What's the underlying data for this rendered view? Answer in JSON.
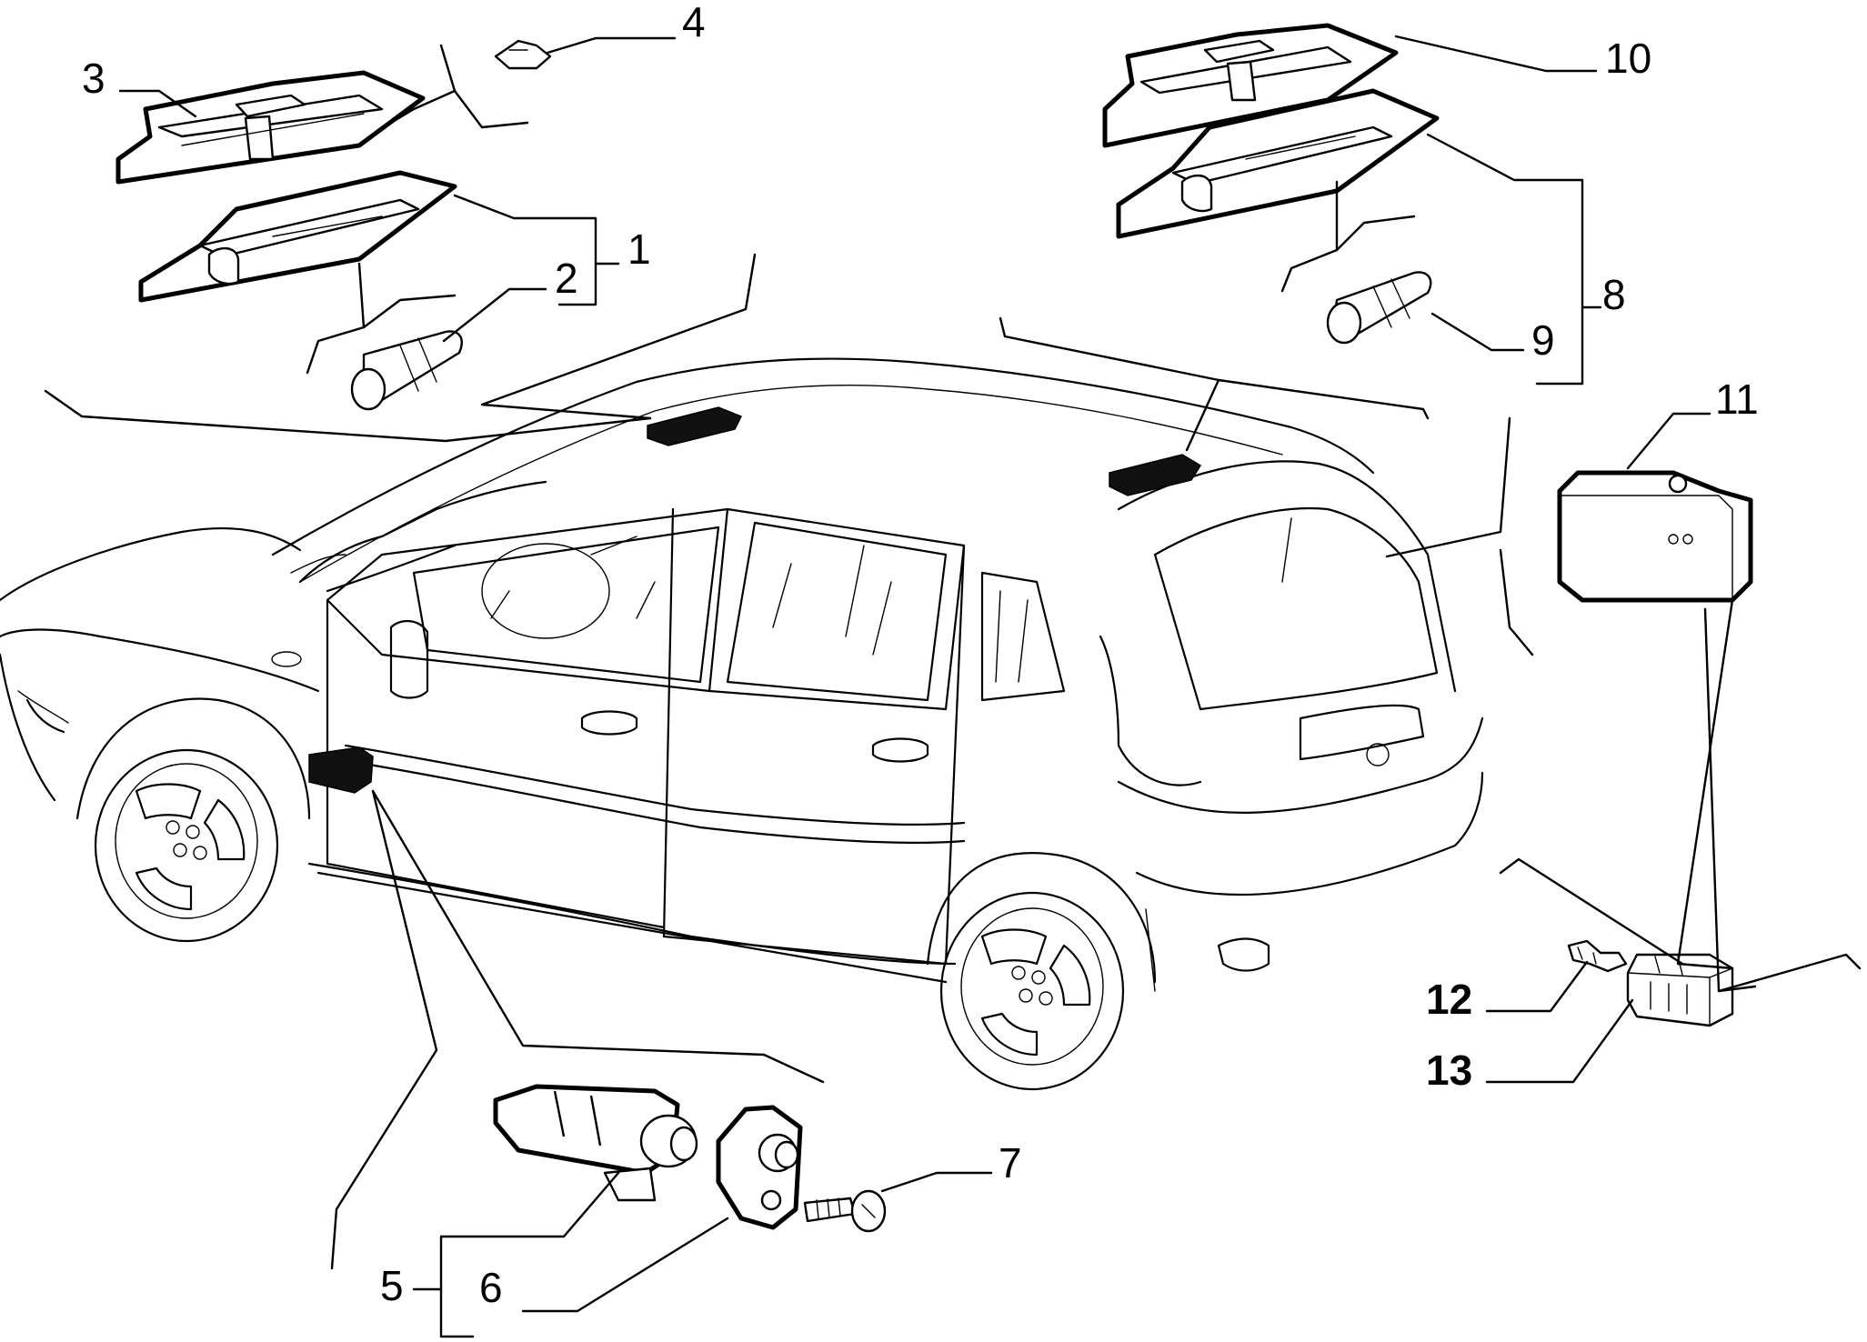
{
  "diagram": {
    "callouts": [
      {
        "id": "1",
        "text": "1",
        "bold": false
      },
      {
        "id": "2",
        "text": "2",
        "bold": false
      },
      {
        "id": "3",
        "text": "3",
        "bold": false
      },
      {
        "id": "4",
        "text": "4",
        "bold": false
      },
      {
        "id": "5",
        "text": "5",
        "bold": false
      },
      {
        "id": "6",
        "text": "6",
        "bold": false
      },
      {
        "id": "7",
        "text": "7",
        "bold": false
      },
      {
        "id": "8",
        "text": "8",
        "bold": false
      },
      {
        "id": "9",
        "text": "9",
        "bold": false
      },
      {
        "id": "10",
        "text": "10",
        "bold": false
      },
      {
        "id": "11",
        "text": "11",
        "bold": false
      },
      {
        "id": "12",
        "text": "12",
        "bold": true
      },
      {
        "id": "13",
        "text": "13",
        "bold": true
      }
    ]
  }
}
